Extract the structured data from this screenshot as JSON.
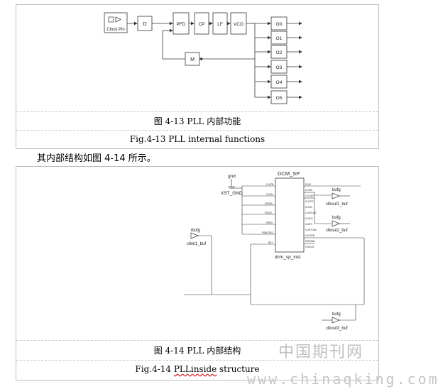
{
  "figure1": {
    "blocks": {
      "clock_pin": "Clock Pin",
      "d": "D",
      "pfd": "PFD",
      "cp": "CP",
      "lf": "LF",
      "vco": "VCO",
      "m": "M",
      "outputs": [
        "O0",
        "O1",
        "O2",
        "O3",
        "O4",
        "O5"
      ]
    },
    "caption_cn": "图 4-13 PLL 内部功能",
    "caption_en": "Fig.4-13 PLL internal functions"
  },
  "paragraph": "其内部结构如图 4-14 所示。",
  "figure2": {
    "gnd_label": "gnd",
    "xst_gnd_label": "XST_GND",
    "dcm_title": "DCM_SP",
    "dcm_inst": "dcm_sp_inst",
    "ibufg_label": "ibufg",
    "clkin_buf": "clkin1_buf",
    "bufg_labels": [
      "bufg",
      "bufg",
      "bufg"
    ],
    "clkout_bufs": [
      "clkout1_buf",
      "clkout2_buf",
      "clkout3_buf"
    ],
    "left_pins": [
      "CLKFB",
      "CLKIN",
      "DSSEN",
      "PSCLK",
      "PSEN",
      "PSINCDEC",
      "RST"
    ],
    "right_pins": [
      "CLK0",
      "CLK90",
      "CLK180",
      "CLK270",
      "CLK2X",
      "CLK2X180",
      "CLKDV",
      "CLKFX",
      "CLKFX180",
      "LOCKED",
      "PSDONE",
      "STATUS"
    ],
    "caption_cn": "图 4-14 PLL 内部结构",
    "caption_en_a": "Fig.4-14 ",
    "caption_en_b": "PLLinside",
    "caption_en_c": " structure"
  },
  "watermarks": {
    "cn": "中国期刊网",
    "url": "www.chinaqking.com"
  }
}
